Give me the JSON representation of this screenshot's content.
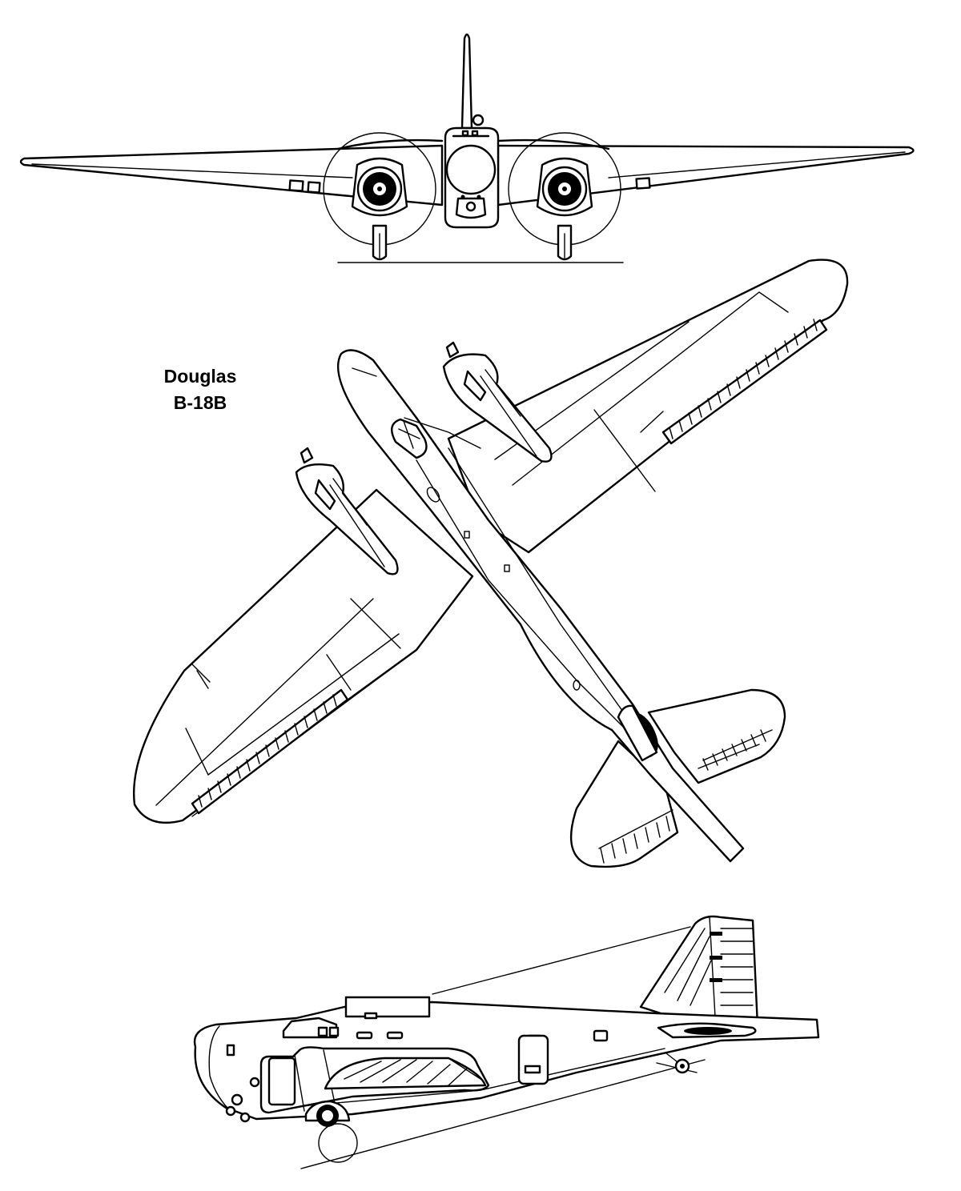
{
  "title": {
    "maker": "Douglas",
    "model": "B-18B"
  },
  "views": [
    "front-view",
    "plan-view",
    "side-view"
  ],
  "colors": {
    "ink": "#000000",
    "paper": "#ffffff"
  }
}
